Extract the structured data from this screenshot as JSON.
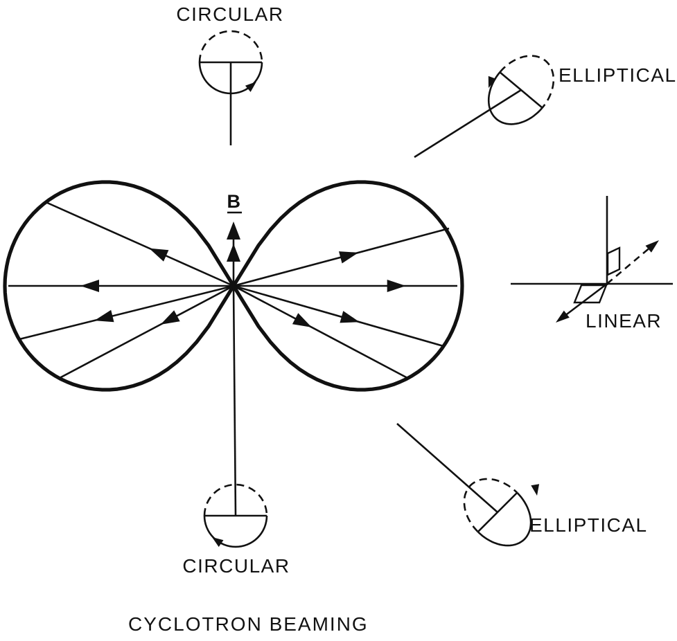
{
  "title": "CYCLOTRON BEAMING",
  "labels": {
    "b_field": "B",
    "circular_top": "CIRCULAR",
    "circular_bottom": "CIRCULAR",
    "elliptical_upper": "ELLIPTICAL",
    "elliptical_lower": "ELLIPTICAL",
    "linear": "LINEAR"
  },
  "colors": {
    "ink": "#111111",
    "background": "#ffffff"
  }
}
